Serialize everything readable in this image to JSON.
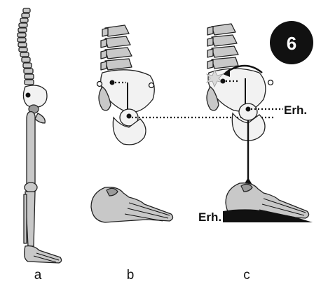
{
  "badge": {
    "number": "6",
    "color": "#111111"
  },
  "panels": [
    {
      "id": "a",
      "label": "a"
    },
    {
      "id": "b",
      "label": "b"
    },
    {
      "id": "c",
      "label": "c"
    }
  ],
  "annotations": {
    "erh_hip": "Erh.",
    "erh_foot": "Erh."
  },
  "colors": {
    "bone": "#c8c8c8",
    "bone_light": "#f2f2f2",
    "star": "#d9d9d9",
    "lift_block": "#111111"
  }
}
